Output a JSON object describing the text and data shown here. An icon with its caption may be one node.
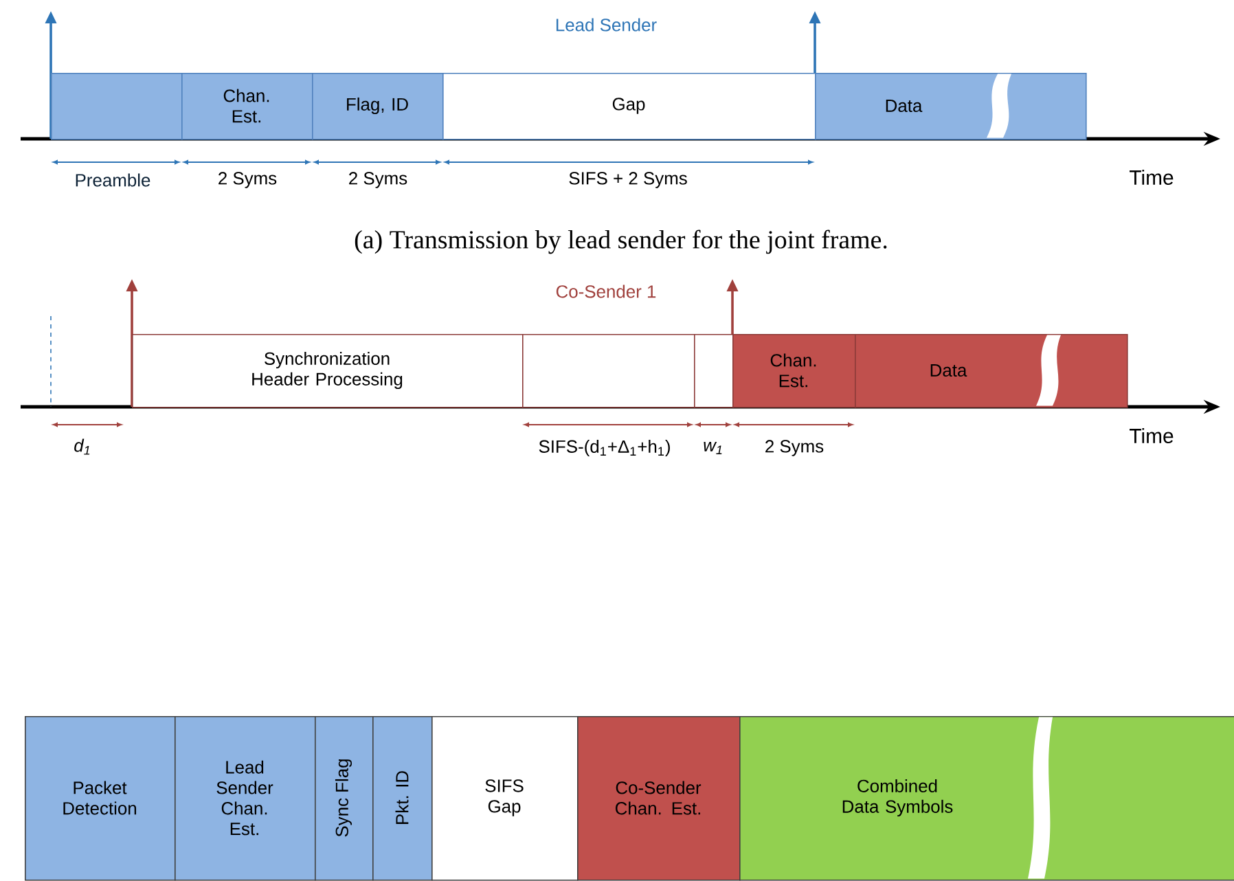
{
  "diagram": {
    "caption": "(a) Transmission by lead sender for the joint frame.",
    "nodes": [
      {
        "text": [],
        "shape": "box"
      },
      {
        "text": [
          "Chan. Est."
        ]
      },
      {
        "text": [
          "Flag, ID"
        ]
      },
      {
        "text": [
          "Gap"
        ]
      },
      {
        "text": [
          "Data"
        ]
      },
      {
        "text": [
          "Synchronization Header Processing"
        ]
      },
      {
        "text": [],
        "shape": "box"
      },
      {
        "text": [],
        "shape": "box"
      },
      {
        "text": [
          "Chan. Est."
        ]
      },
      {
        "text": [
          "Data"
        ]
      },
      {
        "text": [
          "Packet Detection"
        ]
      },
      {
        "text": [
          "Lead Sender Chan. Est."
        ]
      },
      {
        "text": [
          "Sync Flag"
        ]
      },
      {
        "text": [
          "Pkt. ID"
        ]
      },
      {
        "text": [
          "SIFS Gap"
        ]
      },
      {
        "text": [
          "Co-Sender Chan. Est."
        ]
      },
      {
        "text": [
          "Combined Data Symbols"
        ]
      }
    ],
    "labels": [
      "Lead Sender",
      "Preamble",
      "2 Syms",
      "2 Syms",
      "SIFS + 2 Syms",
      "Time",
      "Co-Sender 1",
      "d$_{1}$",
      "SIFS-(d$_{1}$+Δ$_{1}$+h$_{1}$)",
      "w$_{1}$",
      "2 Syms",
      "Time"
    ]
  }
}
